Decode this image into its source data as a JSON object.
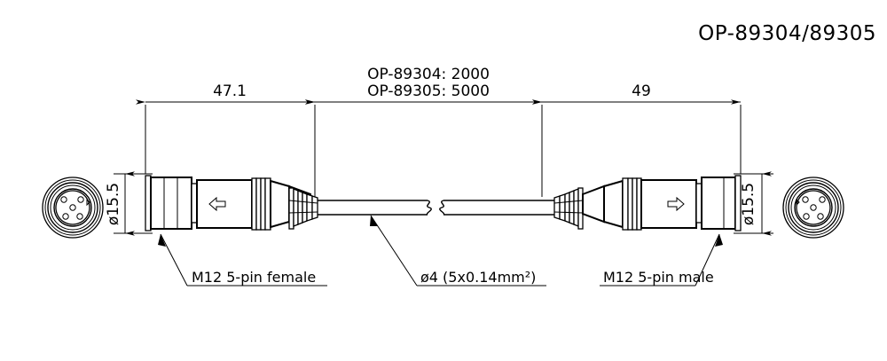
{
  "title": "OP-89304/89305",
  "dimensions": {
    "left_connector_length": "47.1",
    "right_connector_length": "49",
    "cable_length_line1": "OP-89304: 2000",
    "cable_length_line2": "OP-89305: 5000",
    "left_diameter": "ø15.5",
    "right_diameter": "ø15.5"
  },
  "callouts": {
    "left": "M12 5-pin female",
    "cable": "ø4 (5x0.14mm²)",
    "right": "M12 5-pin male"
  },
  "colors": {
    "line": "#000000",
    "background": "#ffffff"
  }
}
